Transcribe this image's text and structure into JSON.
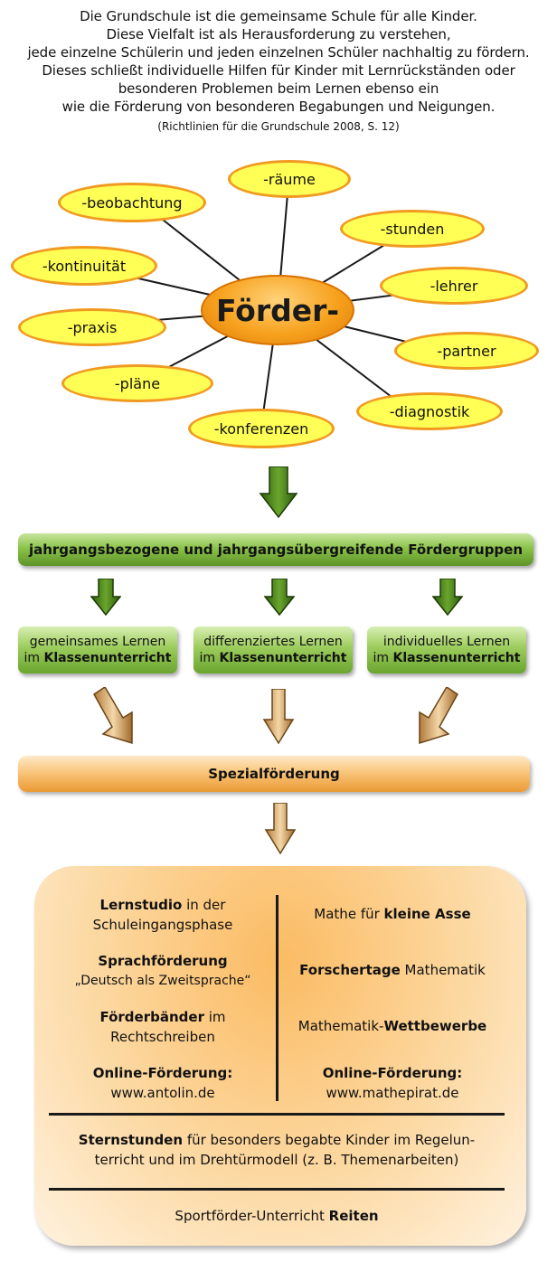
{
  "intro": {
    "lines": [
      "Die Grundschule ist die gemeinsame Schule für alle Kinder.",
      "Diese Vielfalt ist als Herausforderung zu verstehen,",
      "jede einzelne Schülerin und jeden einzelnen Schüler nachhaltig zu fördern.",
      "Dieses schließt individuelle Hilfen für Kinder mit Lernrückständen oder",
      "besonderen Problemen beim Lernen ebenso ein",
      "wie die Förderung von besonderen Begabungen und Neigungen."
    ],
    "citation": "(Richtlinien für die Grundschule 2008, S. 12)"
  },
  "spider": {
    "center": "Förder-",
    "nodes": [
      "-räume",
      "-beobachtung",
      "-stunden",
      "-kontinuität",
      "-lehrer",
      "-praxis",
      "-partner",
      "-pläne",
      "-diagnostik",
      "-konferenzen"
    ]
  },
  "green_bar": "jahrgangsbezogene und jahrgangsübergreifende Fördergruppen",
  "groups": [
    {
      "line1": "gemeinsames Lernen",
      "pre": "im ",
      "bold": "Klassenunterricht"
    },
    {
      "line1": "differenziertes Lernen",
      "pre": "im ",
      "bold": "Klassenunterricht"
    },
    {
      "line1": "individuelles Lernen",
      "pre": "im ",
      "bold": "Klassenunterricht"
    }
  ],
  "special_bar": "Spezialförderung",
  "box": {
    "left": [
      {
        "bold": "Lernstudio",
        "rest": " in der",
        "line2": "Schuleingangsphase"
      },
      {
        "bold": "Sprachförderung",
        "rest": "",
        "line2": "„Deutsch als Zweitsprache“"
      },
      {
        "bold": "Förderbänder",
        "rest": " im",
        "line2": "Rechtschreiben"
      },
      {
        "bold": "Online-Förderung:",
        "rest": "",
        "line2": "www.antolin.de"
      }
    ],
    "right": [
      {
        "pre": "Mathe für ",
        "bold": "kleine Asse",
        "post": ""
      },
      {
        "pre": "",
        "bold": "Forschertage",
        "post": " Mathematik"
      },
      {
        "pre": "Mathematik-",
        "bold": "Wettbewerbe",
        "post": ""
      },
      {
        "bold": "Online-Förderung:",
        "line2": "www.mathepirat.de"
      }
    ],
    "sternstunden": {
      "bold": "Sternstunden",
      "rest1": " für besonders begabte Kinder im Regelun-",
      "line2": "terricht und im Drehtürmodell (z. B. Themenarbeiten)"
    },
    "sport": {
      "pre": "Sportförder-Unterricht ",
      "bold": "Reiten"
    }
  },
  "colors": {
    "oval_fill": "#ffff55",
    "oval_border": "#f09a22",
    "center": "#f7a21e",
    "green": "#8bc34a",
    "dark_green": "#3f7a1a",
    "tan_arrow": "#e8c08a"
  }
}
